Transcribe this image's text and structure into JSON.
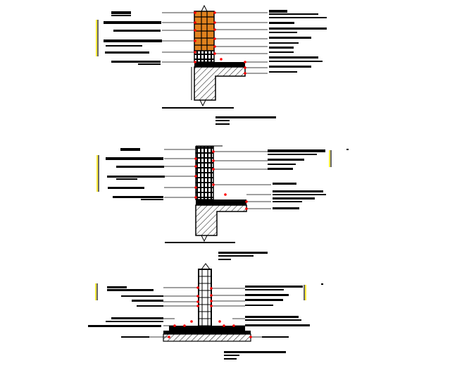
{
  "image": {
    "description_free": true,
    "colors": {
      "background": "#ffffff",
      "ink": "#000000",
      "marker": "#ff0000",
      "brick_fill": "#e0821e",
      "highlight": "#ffeb3b"
    }
  },
  "details": [
    {
      "id": "detail-1",
      "style": "brick-wall-on-slab",
      "text_legible": false
    },
    {
      "id": "detail-2",
      "style": "block-wall-on-slab",
      "text_legible": false
    },
    {
      "id": "detail-3",
      "style": "wall-on-footing",
      "text_legible": false
    }
  ]
}
